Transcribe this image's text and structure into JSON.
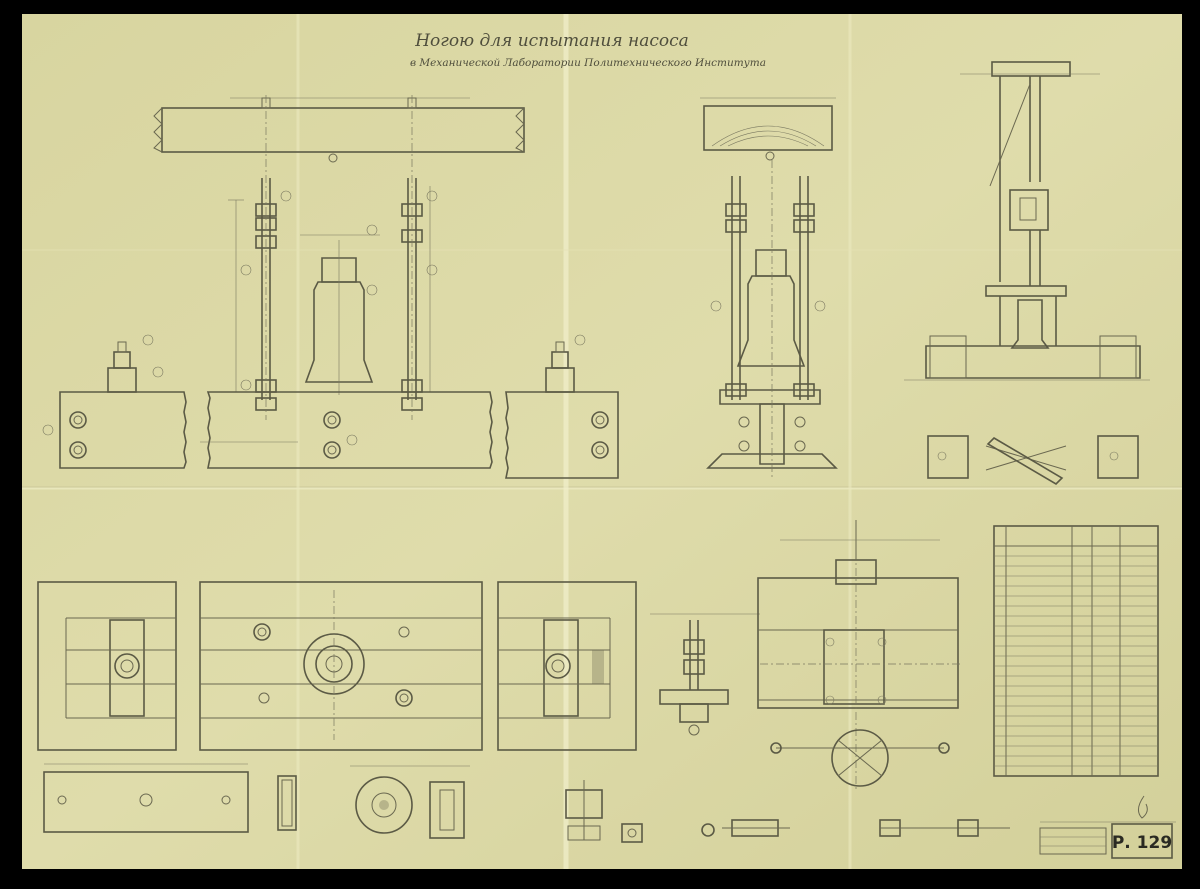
{
  "title": "Ногою для испытания насоса",
  "subtitle": "в Механической Лаборатории Политехнического Института",
  "sheet_number": "Р. 129",
  "colors": {
    "paper": "#dcd9a6",
    "paper_shade": "#cfcb93",
    "ink": "#5b5a45",
    "border": "#000000"
  }
}
